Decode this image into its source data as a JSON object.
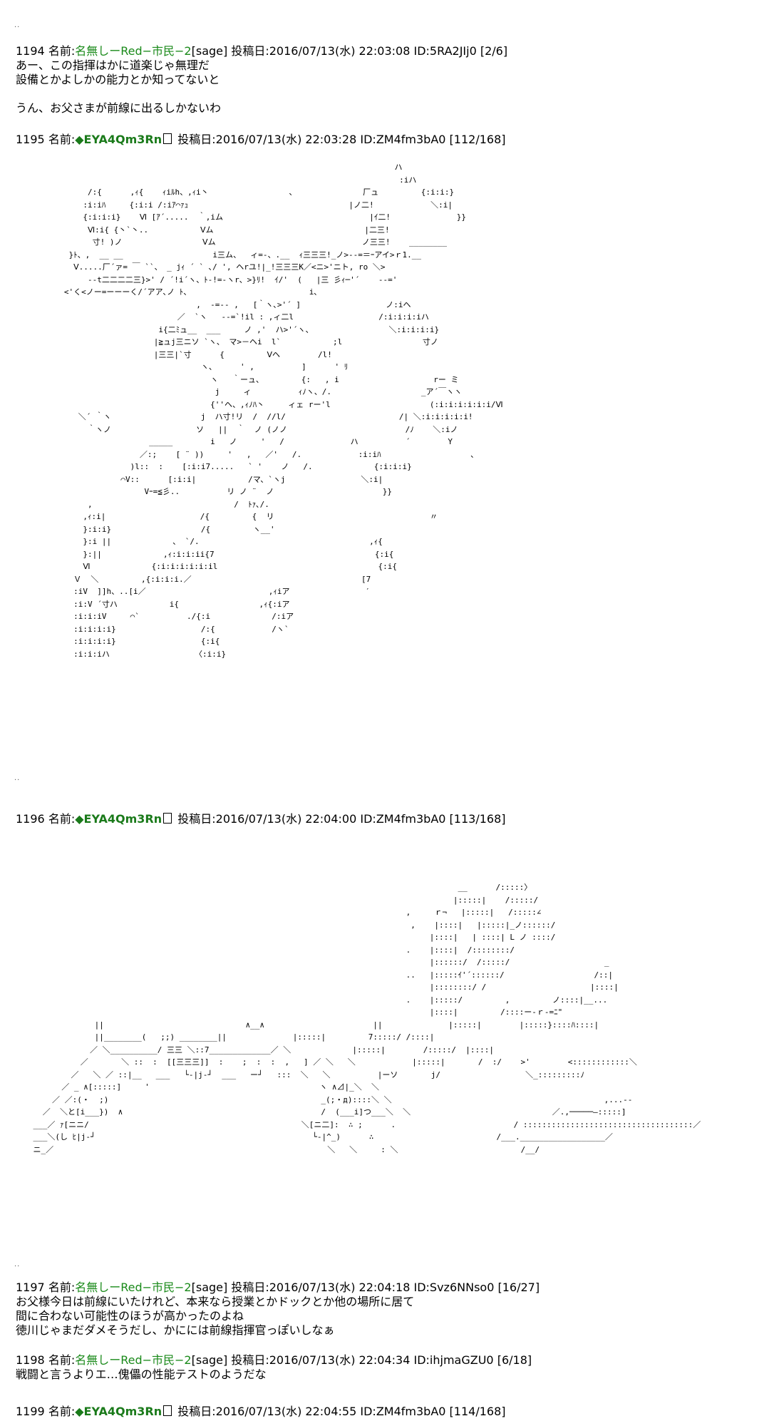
{
  "dots": [
    "..",
    "..",
    ".."
  ],
  "posts": [
    {
      "num": "1194",
      "label": "名前:",
      "name": "名無しーRed−市民−2",
      "mail": "[sage]",
      "date_label": "投稿日:",
      "date": "2016/07/13(水) 22:03:08",
      "id": "ID:5RA2JIj0",
      "count": "[2/6]",
      "lines": [
        "あー、この指揮はかに道楽じゃ無理だ",
        "設備とかよしかの能力とか知ってないと",
        "",
        "うん、お父さまが前線に出るしかないわ"
      ]
    },
    {
      "num": "1195",
      "label": "名前:",
      "name": "◆EYA4Qm3Rn",
      "date_label": "投稿日:",
      "date": "2016/07/13(水) 22:03:28",
      "id": "ID:ZM4fm3bA0",
      "count": "[112/168]"
    },
    {
      "num": "1196",
      "label": "名前:",
      "name": "◆EYA4Qm3Rn",
      "date_label": "投稿日:",
      "date": "2016/07/13(水) 22:04:00",
      "id": "ID:ZM4fm3bA0",
      "count": "[113/168]"
    },
    {
      "num": "1197",
      "label": "名前:",
      "name": "名無しーRed−市民−2",
      "mail": "[sage]",
      "date_label": "投稿日:",
      "date": "2016/07/13(水) 22:04:18",
      "id": "ID:Svz6NNso0",
      "count": "[16/27]",
      "lines": [
        "お父様今日は前線にいたけれど、本来なら授業とかドックとか他の場所に居て",
        "間に合わない可能性のほうが高かったのよね",
        "徳川じゃまだダメそうだし、かにには前線指揮官っぽいしなぁ"
      ]
    },
    {
      "num": "1198",
      "label": "名前:",
      "name": "名無しーRed−市民−2",
      "mail": "[sage]",
      "date_label": "投稿日:",
      "date": "2016/07/13(水) 22:04:34",
      "id": "ID:ihjmaGZU0",
      "count": "[6/18]",
      "lines": [
        "戦闘と言うよりエ…傀儡の性能テストのようだな"
      ]
    },
    {
      "num": "1199",
      "label": "名前:",
      "name": "◆EYA4Qm3Rn",
      "date_label": "投稿日:",
      "date": "2016/07/13(水) 22:04:55",
      "id": "ID:ZM4fm3bA0",
      "count": "[114/168]"
    }
  ]
}
